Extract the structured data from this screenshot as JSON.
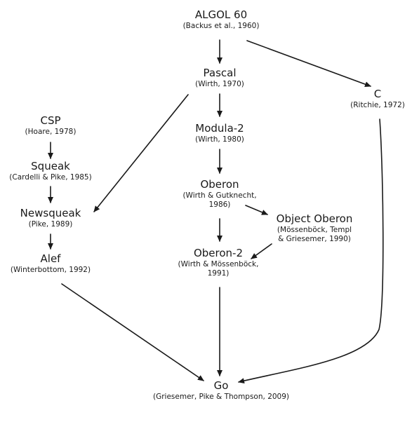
{
  "nodes": {
    "algol60": {
      "title": "ALGOL 60",
      "lines": [
        "(Backus et al., 1960)"
      ]
    },
    "pascal": {
      "title": "Pascal",
      "lines": [
        "(Wirth, 1970)"
      ]
    },
    "c": {
      "title": "C",
      "lines": [
        "(Ritchie, 1972)"
      ]
    },
    "modula2": {
      "title": "Modula-2",
      "lines": [
        "(Wirth, 1980)"
      ]
    },
    "oberon": {
      "title": "Oberon",
      "lines": [
        "(Wirth & Gutknecht,",
        "1986)"
      ]
    },
    "object_oberon": {
      "title": "Object Oberon",
      "lines": [
        "(Mössenböck, Templ",
        "& Griesemer, 1990)"
      ]
    },
    "oberon2": {
      "title": "Oberon-2",
      "lines": [
        "(Wirth & Mössenböck,",
        "1991)"
      ]
    },
    "csp": {
      "title": "CSP",
      "lines": [
        "(Hoare, 1978)"
      ]
    },
    "squeak": {
      "title": "Squeak",
      "lines": [
        "(Cardelli & Pike, 1985)"
      ]
    },
    "newsqueak": {
      "title": "Newsqueak",
      "lines": [
        "(Pike, 1989)"
      ]
    },
    "alef": {
      "title": "Alef",
      "lines": [
        "(Winterbottom, 1992)"
      ]
    },
    "go": {
      "title": "Go",
      "lines": [
        "(Griesemer, Pike & Thompson, 2009)"
      ]
    }
  },
  "edges": [
    {
      "from": "ALGOL 60",
      "to": "Pascal"
    },
    {
      "from": "ALGOL 60",
      "to": "C"
    },
    {
      "from": "Pascal",
      "to": "Modula-2"
    },
    {
      "from": "Pascal",
      "to": "Newsqueak"
    },
    {
      "from": "Modula-2",
      "to": "Oberon"
    },
    {
      "from": "Oberon",
      "to": "Object Oberon"
    },
    {
      "from": "Oberon",
      "to": "Oberon-2"
    },
    {
      "from": "Object Oberon",
      "to": "Oberon-2"
    },
    {
      "from": "CSP",
      "to": "Squeak"
    },
    {
      "from": "Squeak",
      "to": "Newsqueak"
    },
    {
      "from": "Newsqueak",
      "to": "Alef"
    },
    {
      "from": "Alef",
      "to": "Go"
    },
    {
      "from": "Oberon-2",
      "to": "Go"
    },
    {
      "from": "C",
      "to": "Go"
    }
  ],
  "colors": {
    "line": "#1a1a1a",
    "text": "#1a1a1a"
  }
}
